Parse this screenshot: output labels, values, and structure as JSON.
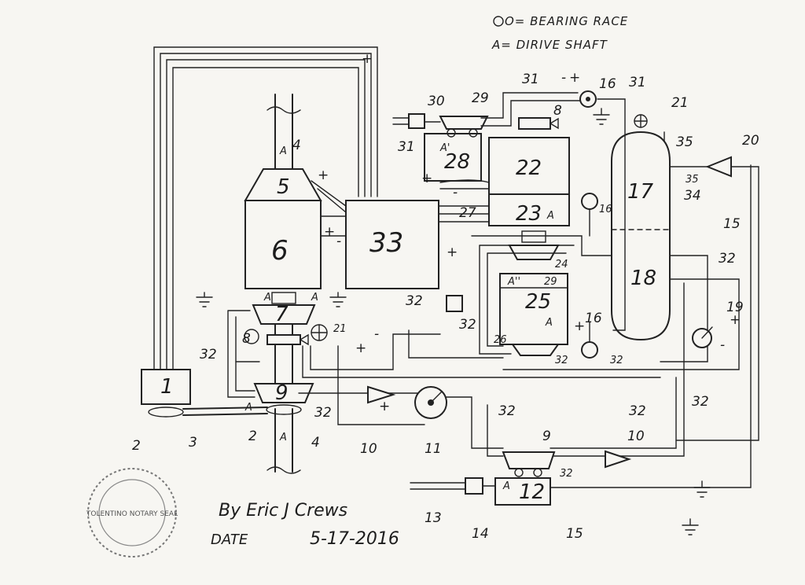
{
  "legend": {
    "bearing_race": "O= BEARING RACE",
    "drive_shaft": "A= DIRIVE SHAFT"
  },
  "signature": {
    "by_line": "By Eric J Crews",
    "date_label": "DATE",
    "date_value": "5-17-2016"
  },
  "stamp": {
    "text": "TOLENTINO  NOTARY  SEAL"
  },
  "components": {
    "c1": "1",
    "c5": "5",
    "c6": "6",
    "c7": "7",
    "c9": "9",
    "c12": "12",
    "c17": "17",
    "c18": "18",
    "c22": "22",
    "c23": "23",
    "c25": "25",
    "c28": "28",
    "c33": "33"
  },
  "callouts": {
    "l2a": "2",
    "l2b": "2",
    "l3": "3",
    "l4a": "4",
    "l4b": "4",
    "l8a": "8",
    "l8b": "8",
    "l9": "9",
    "l10a": "10",
    "l10b": "10",
    "l11": "11",
    "l13": "13",
    "l14": "14",
    "l15a": "15",
    "l15b": "15",
    "l16a": "16",
    "l16b": "16",
    "l16c": "16",
    "l19": "19",
    "l20": "20",
    "l21a": "21",
    "l21b": "21",
    "l24": "24",
    "l26": "26",
    "l27": "27",
    "l29a": "29",
    "l29b": "29",
    "l30": "30",
    "l31a": "31",
    "l31b": "31",
    "l31c": "31",
    "l32a": "32",
    "l32b": "32",
    "l32c": "32",
    "l32d": "32",
    "l32e": "32",
    "l32f": "32",
    "l32g": "32",
    "l32h": "32",
    "l32i": "32",
    "l32j": "32",
    "l32k": "32",
    "l34": "34",
    "l35": "35",
    "l35b": "35"
  },
  "markers": {
    "a": "A",
    "a_prime": "A'",
    "a_double_prime": "A''",
    "plus": "+",
    "minus": "-"
  }
}
